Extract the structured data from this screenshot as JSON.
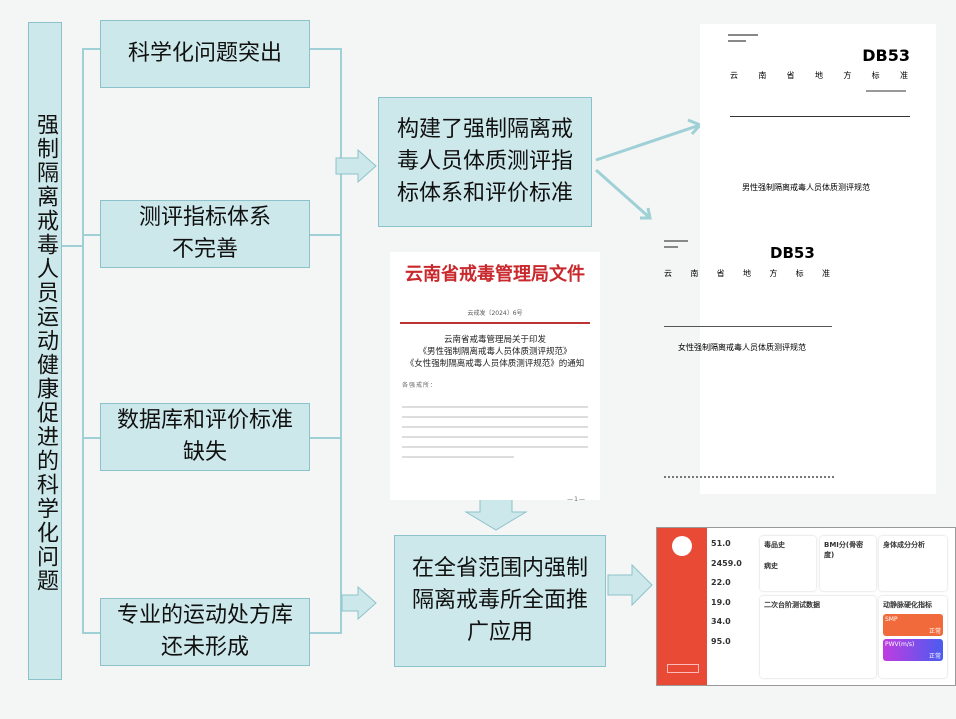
{
  "left_title": "强制隔离戒毒人员运动健康促进的科学化问题",
  "problems": [
    "科学化问题突出",
    "测评指标体系\n不完善",
    "数据库和评价标准\n缺失",
    "专业的运动处方库\n还未形成"
  ],
  "result_box": "构建了强制隔离戒毒人员体质测评指标体系和评价标准",
  "apply_box": "在全省范围内强制隔离戒毒所全面推广应用",
  "standard_male": {
    "code": "DB53",
    "header": "云 南 省 地 方 标 准",
    "title": "男性强制隔离戒毒人员体质测评规范"
  },
  "standard_female": {
    "code": "DB53",
    "header": "云 南 省 地 方 标 准",
    "title": "女性强制隔离戒毒人员体质测评规范"
  },
  "notice": {
    "org": "云南省戒毒管理局文件",
    "doc_no": "云戒发〔2024〕6号",
    "title_lines": [
      "云南省戒毒管理局关于印发",
      "《男性强制隔离戒毒人员体质测评规范》",
      "《女性强制隔离戒毒人员体质测评规范》的通知"
    ],
    "greeting": "各强戒所：",
    "page": "—1—"
  },
  "dashboard": {
    "values": [
      "51.0",
      "2459.0",
      "22.0",
      "19.0",
      "34.0",
      "95.0"
    ],
    "cards": [
      "毒品史",
      "BMI分(骨密度)",
      "身体成分分析",
      "二次台阶测试数据",
      "动静脉硬化指标"
    ],
    "sub": "病史",
    "metrics": [
      {
        "label": "SMP",
        "status": "正常"
      },
      {
        "label": "PWV(m/s)",
        "status": "正常"
      }
    ],
    "colors": {
      "sidebar": "#e84a35",
      "smp": "#f06a3c",
      "pwv": "#b03ce0"
    }
  }
}
